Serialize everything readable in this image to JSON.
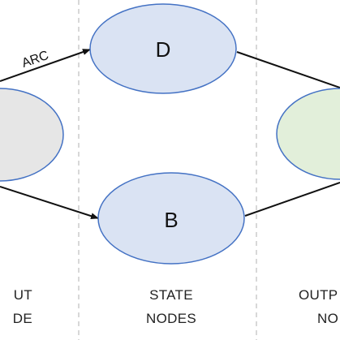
{
  "diagram": {
    "nodes": {
      "input": {
        "label": "",
        "fill": "#e6e6e6"
      },
      "d": {
        "label": "D",
        "fill": "#dae3f3"
      },
      "b": {
        "label": "B",
        "fill": "#dae3f3"
      },
      "output": {
        "label": "",
        "fill": "#e2efda"
      }
    },
    "node_stroke": "#4472c4",
    "edge_color": "#111111",
    "separator_color": "#bfbfbf",
    "arc_label": "ARC",
    "columns": {
      "input": {
        "line1": "UT",
        "line2": "DE"
      },
      "state": {
        "line1": "STATE",
        "line2": "NODES"
      },
      "output": {
        "line1": "OUTP",
        "line2": "NO"
      }
    }
  }
}
